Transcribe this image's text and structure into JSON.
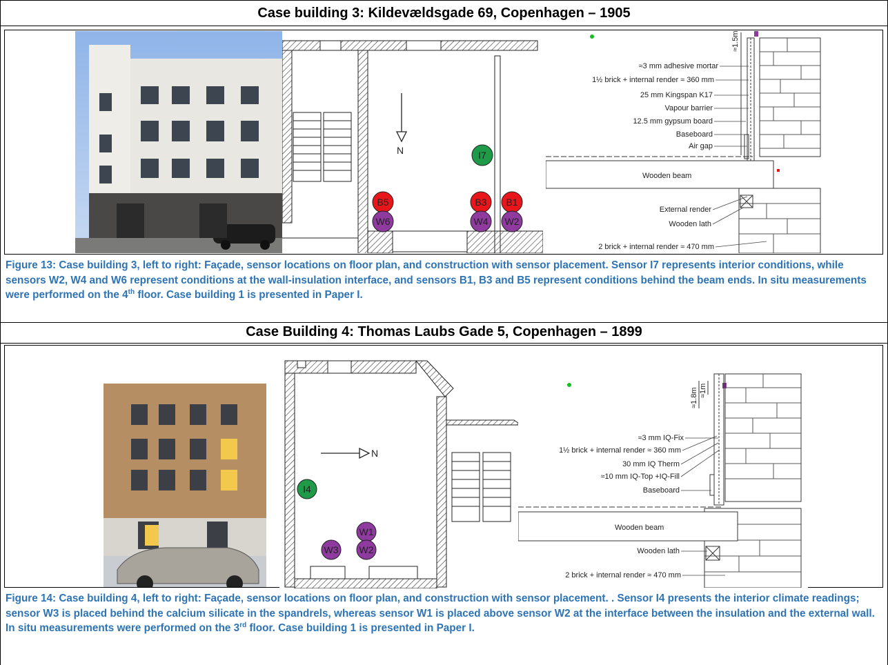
{
  "case3": {
    "title": "Case building 3: Kildevældsgade 69, Copenhagen – 1905",
    "caption_a": "Figure 13: Case building 3, left to right: Façade, sensor locations on floor plan, and construction with sensor placement. Sensor I7 represents interior conditions, while sensors W2, W4 and W6 represent conditions at the wall-insulation interface, and sensors B1, B3 and B5 represent conditions behind the beam ends. In situ measurements were performed on the 4",
    "caption_sup": "th",
    "caption_b": " floor. Case building 1 is presented in Paper I.",
    "plan": {
      "north": "N",
      "sensors": [
        "I7",
        "B5",
        "W6",
        "B3",
        "W4",
        "B1",
        "W2"
      ]
    },
    "section": {
      "dim": "≈1.5m",
      "labels": [
        "≈3 mm adhesive mortar",
        "1½ brick + internal render ≈ 360 mm",
        "25 mm Kingspan K17",
        "Vapour barrier",
        "12.5 mm gypsum board",
        "Baseboard",
        "Air gap",
        "Wooden beam",
        "External render",
        "Wooden lath",
        "2 brick + internal render ≈ 470 mm"
      ]
    }
  },
  "case4": {
    "title": "Case Building 4: Thomas Laubs Gade 5, Copenhagen – 1899",
    "caption_a": "Figure 14: Case building 4, left to right: Façade, sensor locations on floor plan, and construction with sensor placement. . Sensor I4 presents the interior climate readings; sensor W3 is placed behind the calcium silicate in the spandrels, whereas sensor W1 is placed above sensor W2 at the interface between the insulation and the external wall. In situ measurements were performed on the 3",
    "caption_sup": "rd",
    "caption_b": " floor. Case building 1 is presented in Paper I.",
    "plan": {
      "north": "N",
      "sensors": [
        "I4",
        "W1",
        "W3",
        "W2"
      ]
    },
    "section": {
      "dim1": "≈1.8m",
      "dim2": "≈1m",
      "labels": [
        "≈3 mm IQ-Fix",
        "1½ brick + internal render ≈ 360 mm",
        "30 mm IQ Therm",
        "≈10 mm IQ-Top +IQ-Fill",
        "Baseboard",
        "Wooden beam",
        "Wooden lath",
        "2 brick + internal render ≈ 470 mm"
      ]
    }
  },
  "colors": {
    "caption": "#2e74b5",
    "sensor_red": "#e8161b",
    "sensor_purple": "#8e3a9e",
    "sensor_green": "#1f9a48"
  }
}
